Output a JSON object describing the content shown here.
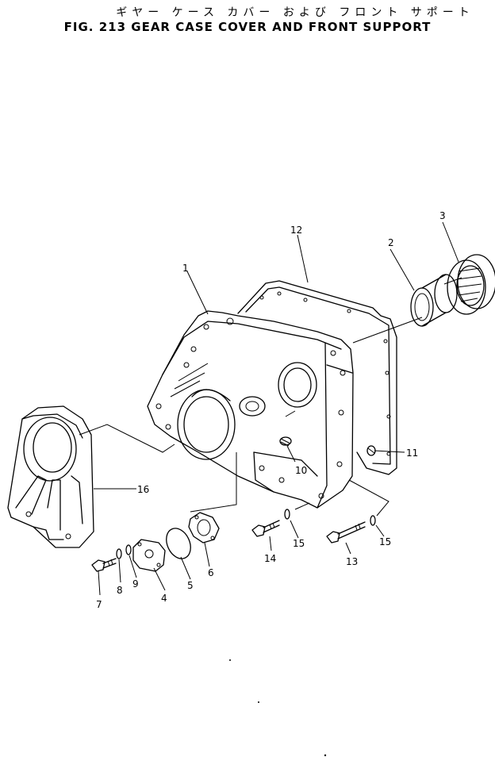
{
  "title": {
    "japanese": "ギヤー ケース カバー および フロント サポート",
    "english": "FIG. 213  GEAR  CASE  COVER  AND  FRONT  SUPPORT"
  },
  "callouts": {
    "c1": "1",
    "c2": "2",
    "c3": "3",
    "c4": "4",
    "c5": "5",
    "c6": "6",
    "c7": "7",
    "c8": "8",
    "c9": "9",
    "c10": "10",
    "c11": "11",
    "c12": "12",
    "c13": "13",
    "c14": "14",
    "c15a": "15",
    "c15b": "15",
    "c16": "16"
  }
}
